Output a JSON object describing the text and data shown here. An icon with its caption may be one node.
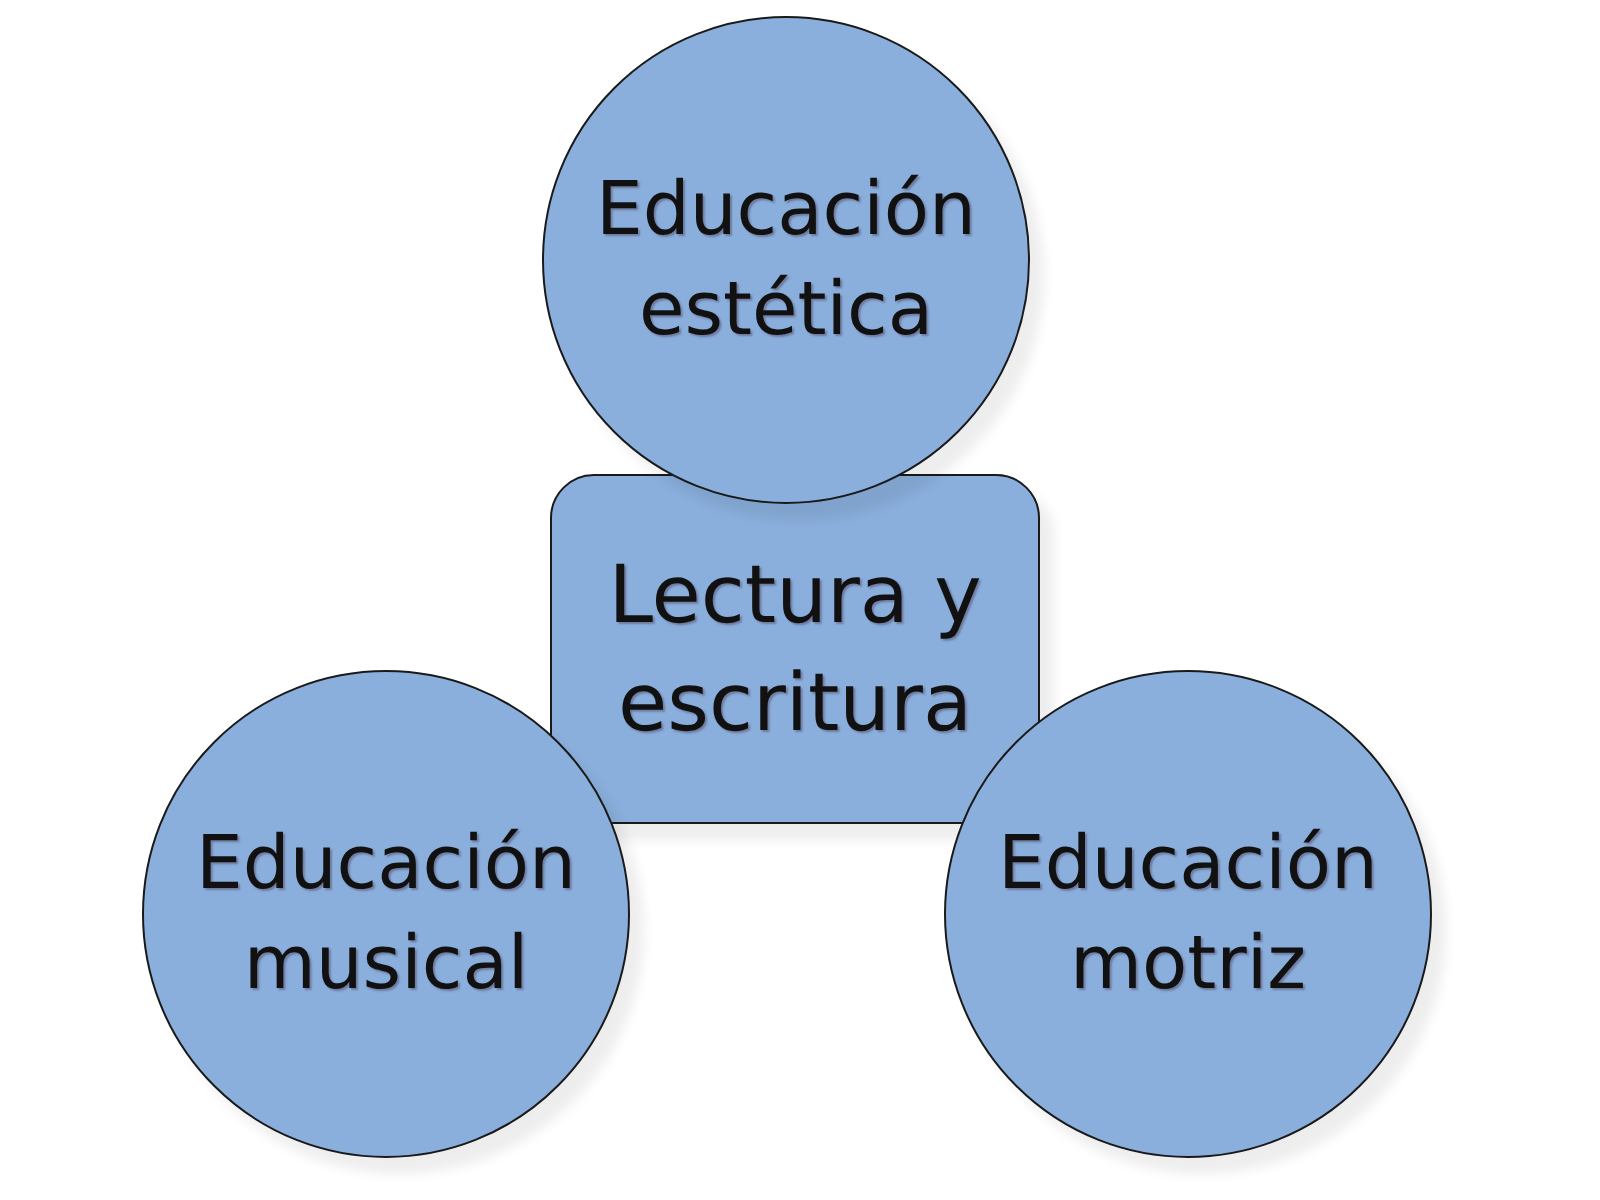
{
  "diagram": {
    "nodes": [
      {
        "text": [
          "Educación estética"
        ]
      },
      {
        "text": [
          "Lectura y escritura"
        ]
      },
      {
        "text": [
          "Educación musical"
        ]
      },
      {
        "text": [
          "Educación motriz"
        ]
      }
    ]
  }
}
